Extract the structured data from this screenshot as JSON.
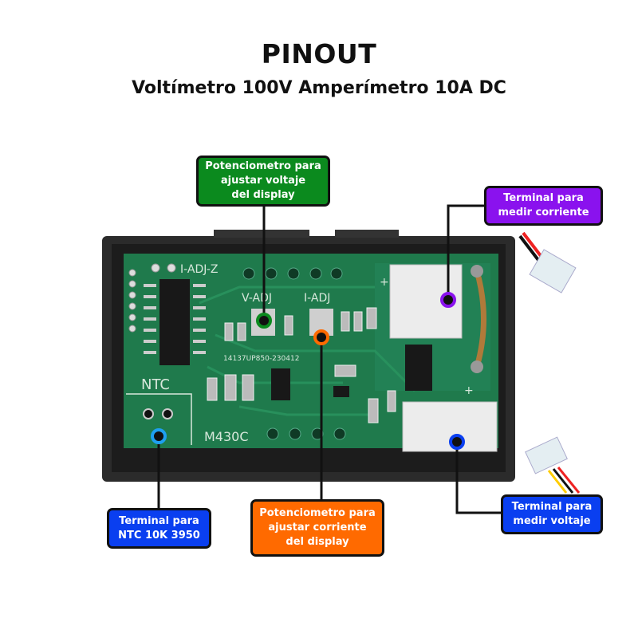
{
  "header": {
    "title": "PINOUT",
    "subtitle": "Voltímetro 100V Amperímetro 10A DC"
  },
  "board_silkscreen": {
    "i_adj_z": "I-ADJ-Z",
    "v_adj": "V-ADJ",
    "i_adj": "I-ADJ",
    "part_code": "14137UP850-230412",
    "ntc": "NTC",
    "model": "M430C",
    "plus": "+"
  },
  "callouts": [
    {
      "id": "voltage-pot",
      "lines": [
        "Potenciometro para",
        "ajustar voltaje",
        "del display"
      ],
      "color": "#0b8a1e"
    },
    {
      "id": "current-terminal",
      "lines": [
        "Terminal para",
        "medir corriente"
      ],
      "color": "#8a12ee"
    },
    {
      "id": "ntc-terminal",
      "lines": [
        "Terminal para",
        "NTC 10K 3950"
      ],
      "color": "#0a3ff0"
    },
    {
      "id": "current-pot",
      "lines": [
        "Potenciometro para",
        "ajustar corriente",
        "del display"
      ],
      "color": "#ff6a00"
    },
    {
      "id": "voltage-terminal",
      "lines": [
        "Terminal para",
        "medir voltaje"
      ],
      "color": "#0a3ff0"
    }
  ],
  "marker_colors": {
    "voltage_pot": "#0b8a1e",
    "current_pot": "#ff6a00",
    "current_terminal": "#8a12ee",
    "ntc": "#1ea0f0",
    "voltage_terminal": "#0a3ff0"
  }
}
